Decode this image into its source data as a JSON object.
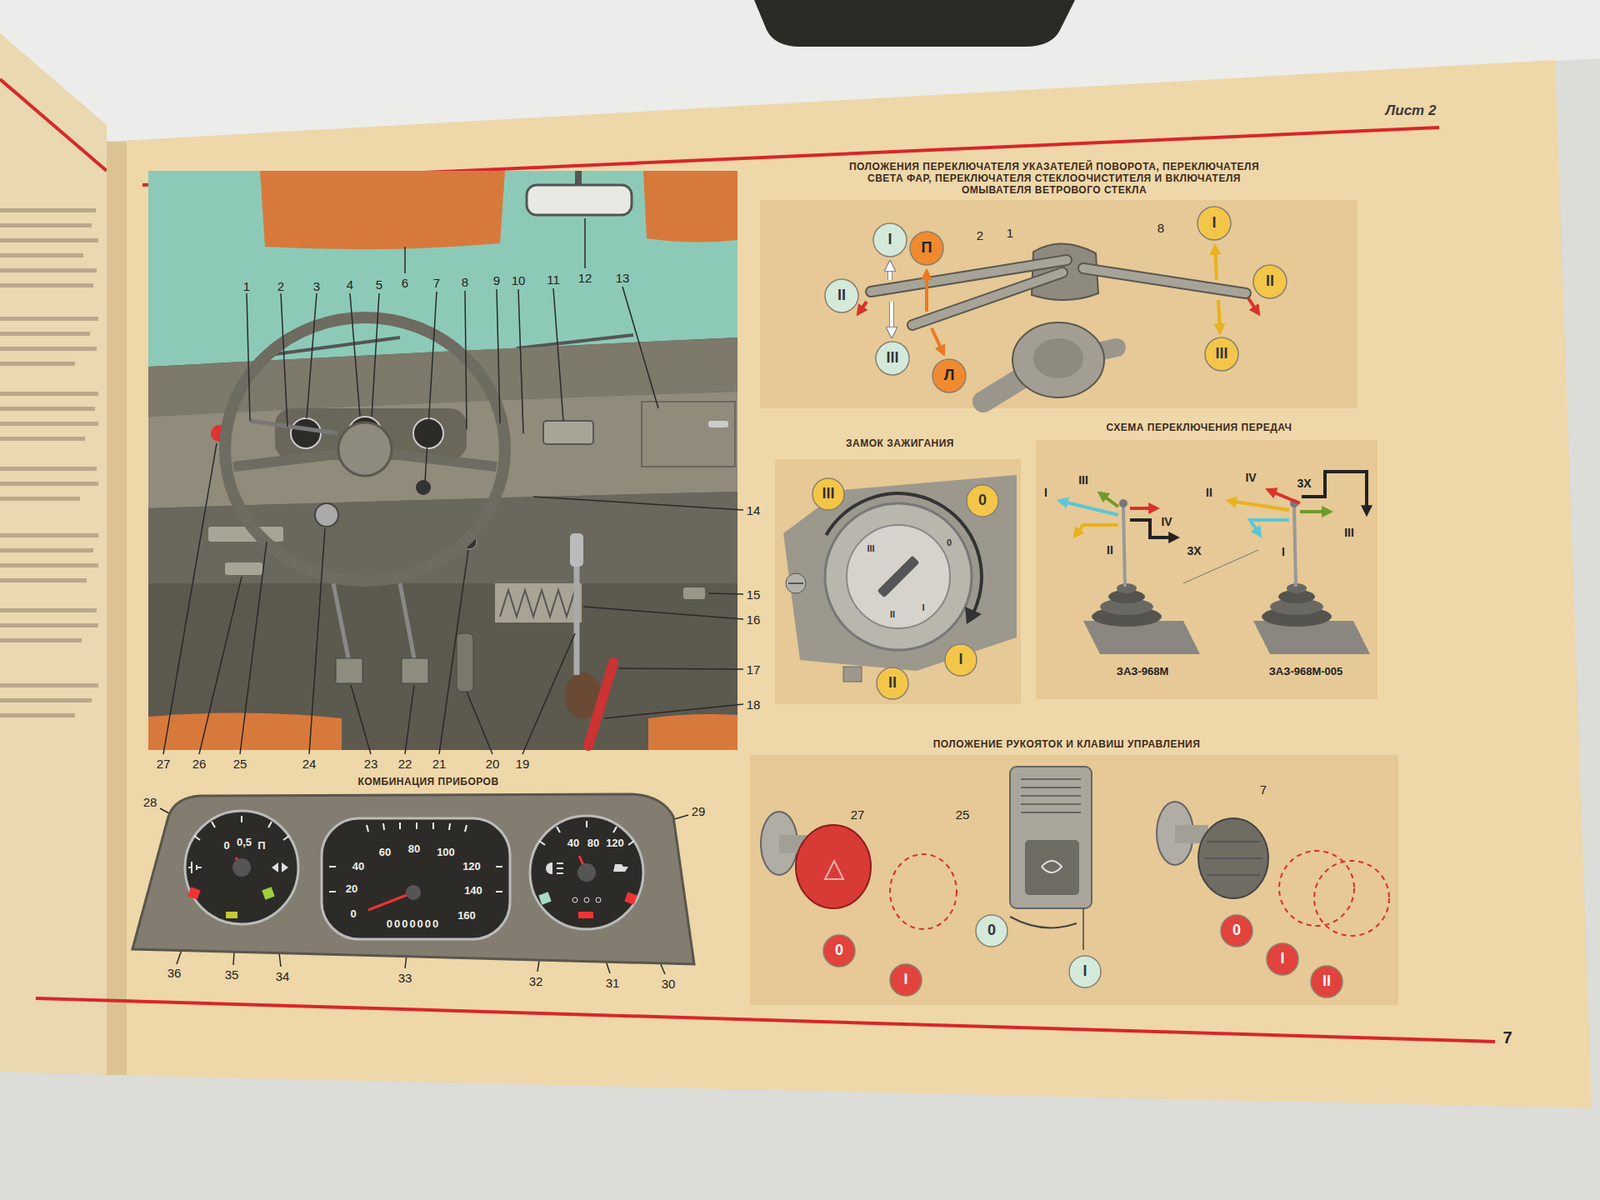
{
  "diagram": {
    "nodes": [
      {
        "text": [
          "I"
        ]
      },
      {
        "text": [
          "П"
        ]
      },
      {
        "text": [
          "II"
        ]
      },
      {
        "text": [
          "III"
        ]
      },
      {
        "text": [
          "Л"
        ]
      },
      {
        "text": [
          "I"
        ]
      },
      {
        "text": [
          "II"
        ]
      },
      {
        "text": [
          "III"
        ]
      },
      {
        "text": [
          "III"
        ]
      },
      {
        "text": [
          "0"
        ]
      },
      {
        "text": [
          "II"
        ]
      },
      {
        "text": [
          "I"
        ]
      },
      {
        "text": [
          "0"
        ]
      },
      {
        "text": [
          "I"
        ]
      },
      {
        "text": [
          "0"
        ]
      },
      {
        "text": [
          "I"
        ]
      },
      {
        "text": [
          "0"
        ]
      },
      {
        "text": [
          "I"
        ]
      },
      {
        "text": [
          "II"
        ]
      }
    ],
    "labels": [
      "Лист 2",
      "ПОЛОЖЕНИЯ ПЕРЕКЛЮЧАТЕЛЯ УКАЗАТЕЛЕЙ ПОВОРОТА, ПЕРЕКЛЮЧАТЕЛЯ СВЕТА ФАР, ПЕРЕКЛЮЧАТЕЛЯ СТЕКЛООЧИСТИТЕЛЯ И ВКЛЮЧАТЕЛЯ ОМЫВАТЕЛЯ ВЕТРОВОГО СТЕКЛА",
      "ЗАМОК ЗАЖИГАНИЯ",
      "СХЕМА ПЕРЕКЛЮЧЕНИЯ ПЕРЕДАЧ",
      "ПОЛОЖЕНИЕ РУКОЯТОК И КЛАВИШ УПРАВЛЕНИЯ",
      "КОМБИНАЦИЯ ПРИБОРОВ",
      "1",
      "2",
      "3",
      "4",
      "5",
      "6",
      "7",
      "8",
      "9",
      "10",
      "11",
      "12",
      "13",
      "14",
      "15",
      "16",
      "17",
      "18",
      "19",
      "20",
      "21",
      "22",
      "23",
      "24",
      "25",
      "26",
      "27",
      "28",
      "29",
      "30",
      "31",
      "32",
      "33",
      "34",
      "35",
      "36",
      "0",
      "0,5",
      "П",
      "0",
      "20",
      "40",
      "60",
      "80",
      "100",
      "120",
      "140",
      "160",
      "0000000",
      "40",
      "80",
      "120",
      "2",
      "1",
      "8",
      "III",
      "0",
      "II",
      "I",
      "I",
      "III",
      "IV",
      "3Х",
      "II",
      "II",
      "IV",
      "3Х",
      "III",
      "I",
      "ЗАЗ-968М",
      "ЗАЗ-968М-005",
      "27",
      "25",
      "7",
      "7"
    ]
  }
}
